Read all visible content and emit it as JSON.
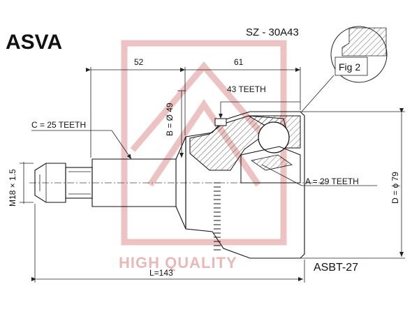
{
  "brand": "ASVA",
  "part_number": "SZ - 30A43",
  "figure_label": "Fig 2",
  "dimensions": {
    "shaft_length": "52",
    "housing_length": "61",
    "outer_teeth": "43 TEETH",
    "diameter_b": "B = Ø 49",
    "shaft_teeth": "C = 25 TEETH",
    "thread": "M18 × 1.5",
    "inner_teeth": "A = 29 TEETH",
    "diameter_d": "D = ϕ 79",
    "total_length": "L=143"
  },
  "watermark": "HIGH QUALITY",
  "catalog_code": "ASBT-27",
  "colors": {
    "watermark": "#e9b9b9",
    "line": "#111111"
  }
}
